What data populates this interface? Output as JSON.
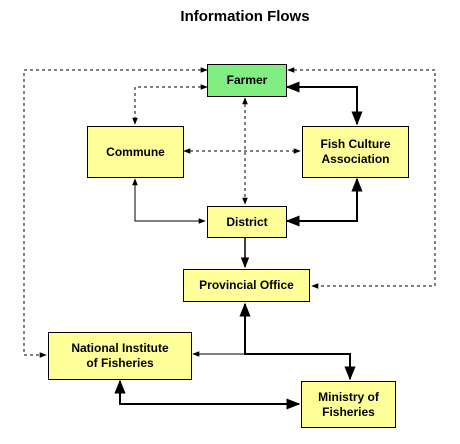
{
  "title": "Information Flows",
  "colors": {
    "node_fill": "#ffff99",
    "highlight_fill": "#80ee80",
    "stroke": "#000000"
  },
  "nodes": {
    "farmer": "Farmer",
    "commune": "Commune",
    "fish_culture_association": "Fish Culture\nAssociation",
    "district": "District",
    "provincial_office": "Provincial Office",
    "national_institute": "National Institute\nof Fisheries",
    "ministry": "Ministry of\nFisheries"
  },
  "legend": null
}
